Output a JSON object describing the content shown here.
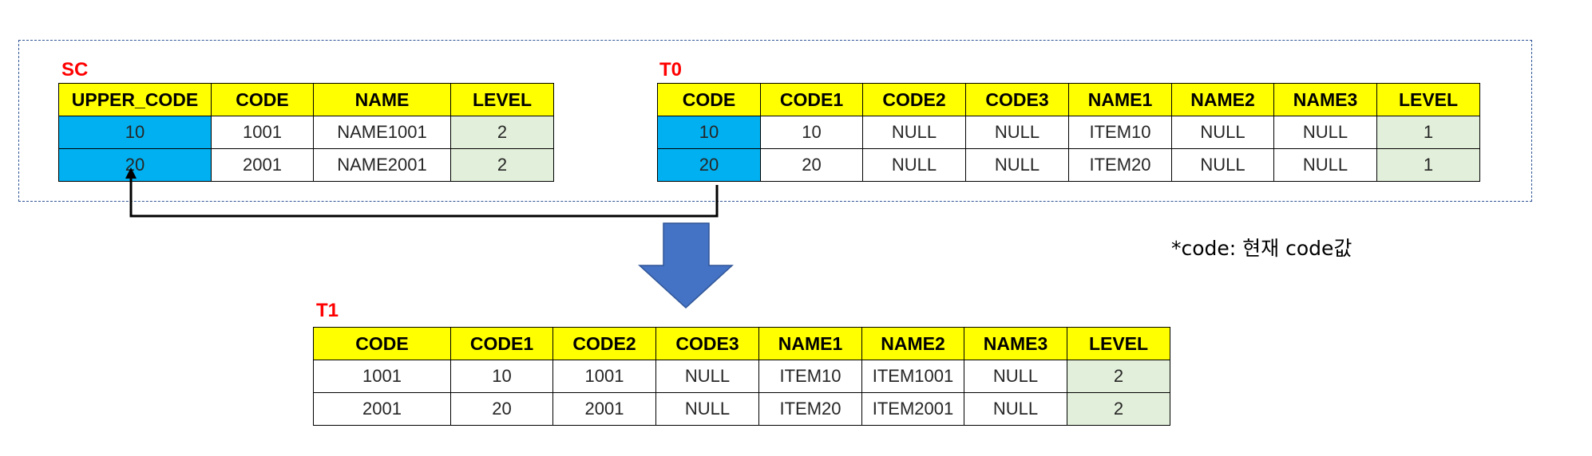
{
  "tables": {
    "sc": {
      "title": "SC",
      "headers": [
        "UPPER_CODE",
        "CODE",
        "NAME",
        "LEVEL"
      ],
      "rows": [
        [
          "10",
          "1001",
          "NAME1001",
          "2"
        ],
        [
          "20",
          "2001",
          "NAME2001",
          "2"
        ]
      ]
    },
    "t0": {
      "title": "T0",
      "headers": [
        "CODE",
        "CODE1",
        "CODE2",
        "CODE3",
        "NAME1",
        "NAME2",
        "NAME3",
        "LEVEL"
      ],
      "rows": [
        [
          "10",
          "10",
          "NULL",
          "NULL",
          "ITEM10",
          "NULL",
          "NULL",
          "1"
        ],
        [
          "20",
          "20",
          "NULL",
          "NULL",
          "ITEM20",
          "NULL",
          "NULL",
          "1"
        ]
      ]
    },
    "t1": {
      "title": "T1",
      "headers": [
        "CODE",
        "CODE1",
        "CODE2",
        "CODE3",
        "NAME1",
        "NAME2",
        "NAME3",
        "LEVEL"
      ],
      "rows": [
        [
          "1001",
          "10",
          "1001",
          "NULL",
          "ITEM10",
          "ITEM1001",
          "NULL",
          "2"
        ],
        [
          "2001",
          "20",
          "2001",
          "NULL",
          "ITEM20",
          "ITEM2001",
          "NULL",
          "2"
        ]
      ]
    }
  },
  "note": "*code: 현재 code값",
  "colors": {
    "title": "#FF0000",
    "header_fill": "#FFFF00",
    "key_fill": "#00B0F0",
    "level_fill": "#E2EFDA",
    "arrow_fill": "#4472C4",
    "dashed_border": "#2F5597"
  }
}
